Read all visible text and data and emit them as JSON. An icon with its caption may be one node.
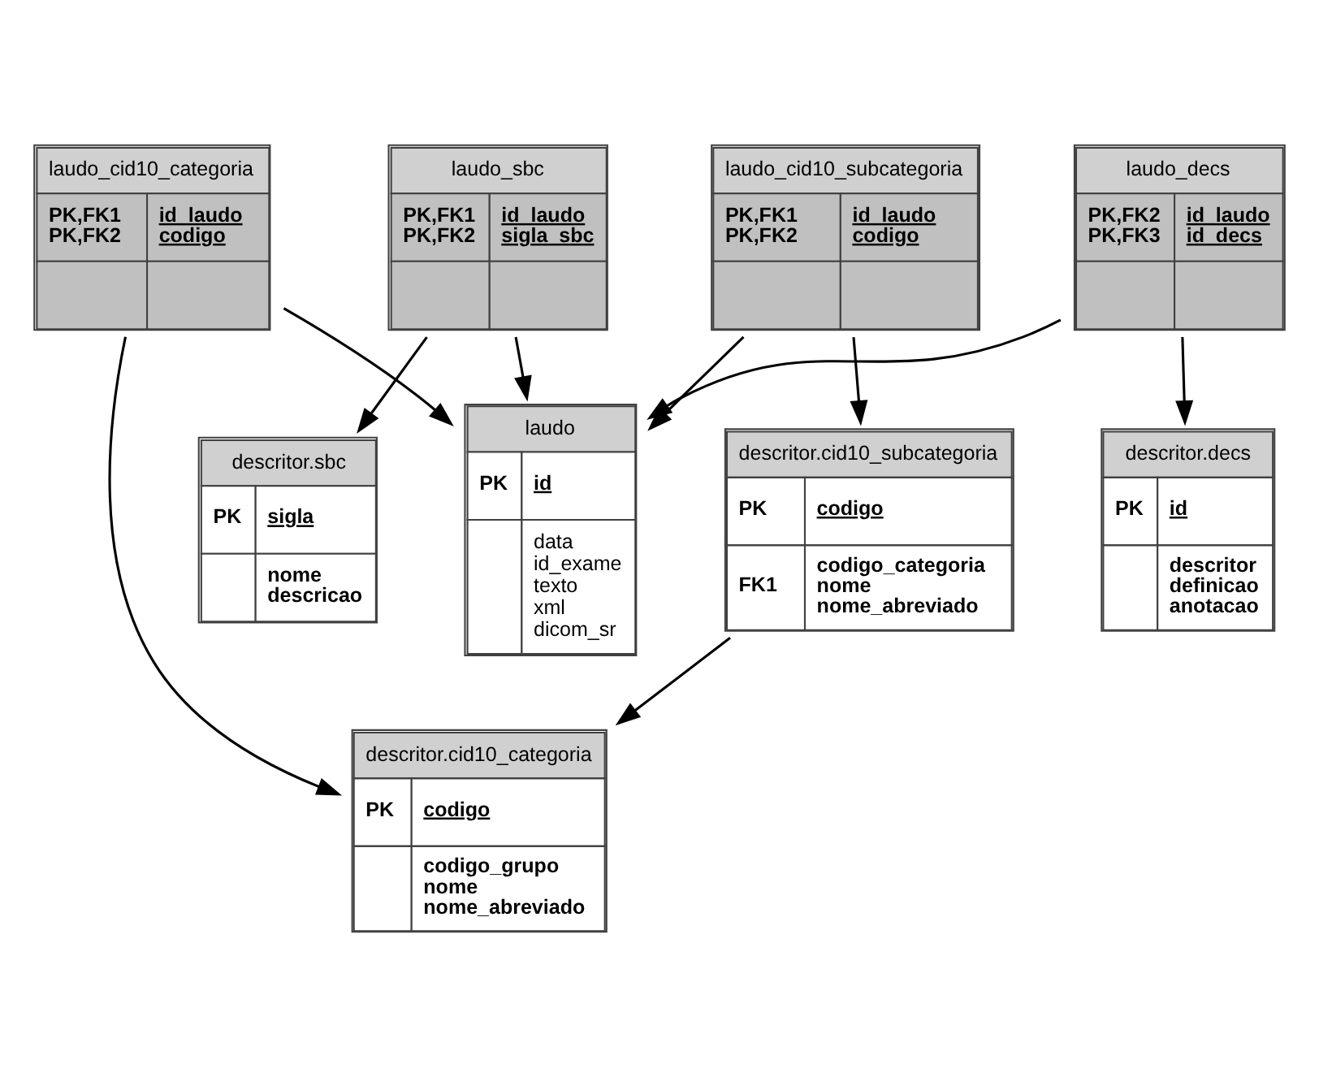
{
  "diagram": {
    "nodes": [
      {
        "text": [
          "laudo_decs",
          "PK,FK2",
          "PK,FK3",
          "id_laudo",
          "id_decs"
        ]
      },
      {
        "text": [
          "laudo",
          "PK",
          "id",
          "data",
          "id_exame",
          "texto",
          "xml",
          "dicom_sr"
        ]
      },
      {
        "text": [
          "laudo_cid10_subcategoria",
          "PK,FK1",
          "PK,FK2",
          "id_laudo",
          "codigo"
        ]
      },
      {
        "text": [
          "descritor.decs",
          "PK",
          "id",
          "descritor",
          "definicao",
          "anotacao"
        ]
      },
      {
        "text": [
          "laudo_sbc",
          "PK,FK1",
          "PK,FK2",
          "id_laudo",
          "sigla_sbc"
        ]
      },
      {
        "text": [
          "descritor.cid10_subcategoria",
          "PK",
          "codigo",
          "FK1",
          "codigo_categoria",
          "nome",
          "nome_abreviado"
        ]
      },
      {
        "text": [
          "descritor.sbc",
          "PK",
          "sigla",
          "nome",
          "descricao"
        ]
      },
      {
        "text": [
          "laudo_cid10_categoria",
          "PK,FK1",
          "PK,FK2",
          "id_laudo",
          "codigo"
        ]
      },
      {
        "text": [
          "descritor.cid10_categoria",
          "PK",
          "codigo",
          "codigo_grupo",
          "nome",
          "nome_abreviado"
        ]
      }
    ],
    "edges": [
      {
        "from": 0,
        "to": 1,
        "arrow": "to"
      },
      {
        "from": 2,
        "to": 1,
        "arrow": "to"
      },
      {
        "from": 0,
        "to": 3,
        "arrow": "to"
      },
      {
        "from": 2,
        "to": 5,
        "arrow": "to"
      },
      {
        "from": 4,
        "to": 1,
        "arrow": "to"
      },
      {
        "from": 7,
        "to": 1,
        "arrow": "to"
      },
      {
        "from": 5,
        "to": 8,
        "arrow": "to"
      },
      {
        "from": 4,
        "to": 6,
        "arrow": "to"
      },
      {
        "from": 7,
        "to": 8,
        "arrow": "to"
      }
    ]
  }
}
